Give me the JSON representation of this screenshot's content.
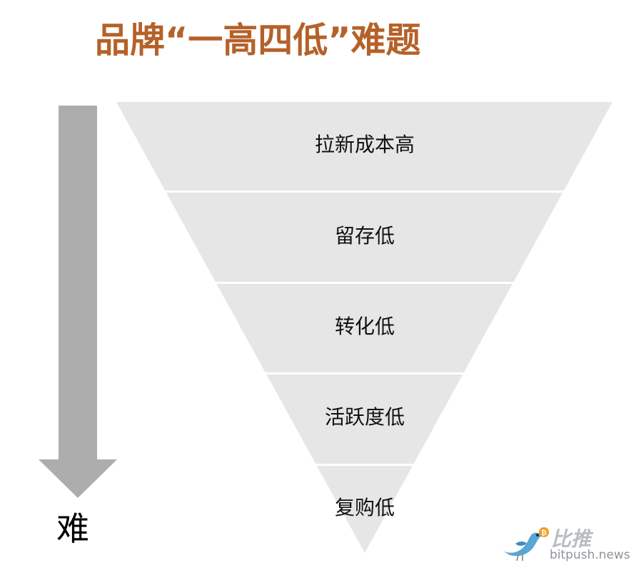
{
  "title": "品牌“一高四低”难题",
  "difficulty_label": "难",
  "levels": [
    {
      "label": "拉新成本高"
    },
    {
      "label": "留存低"
    },
    {
      "label": "转化低"
    },
    {
      "label": "活跃度低"
    },
    {
      "label": "复购低"
    }
  ],
  "watermark": {
    "brand_cn": "比推",
    "brand_en": "bitpush.news",
    "icon": "bird-bitcoin-logo"
  },
  "colors": {
    "title": "#b5612a",
    "arrow": "#adadad",
    "funnel_fill": "#e6e6e6",
    "divider": "#ffffff"
  }
}
